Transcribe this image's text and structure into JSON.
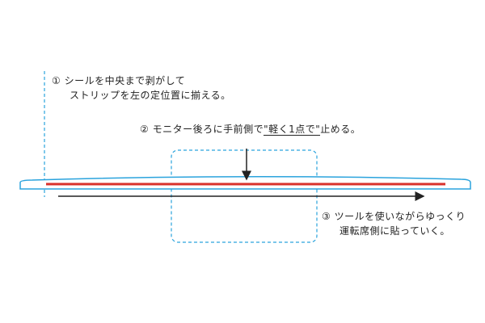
{
  "colors": {
    "guide": "#2aa3dd",
    "red_line": "#d9312b",
    "ink": "#222222"
  },
  "step1": {
    "line1": "① シールを中央まで剥がして",
    "line2": "ストリップを左の定位置に揃える。"
  },
  "step2": {
    "prefix": "② モニター後ろに手前側で",
    "emphasis": "\"軽く1点で\"",
    "suffix": "止める。"
  },
  "step3": {
    "line1": "③ ツールを使いながらゆっくり",
    "line2": "運転席側に貼っていく。"
  }
}
